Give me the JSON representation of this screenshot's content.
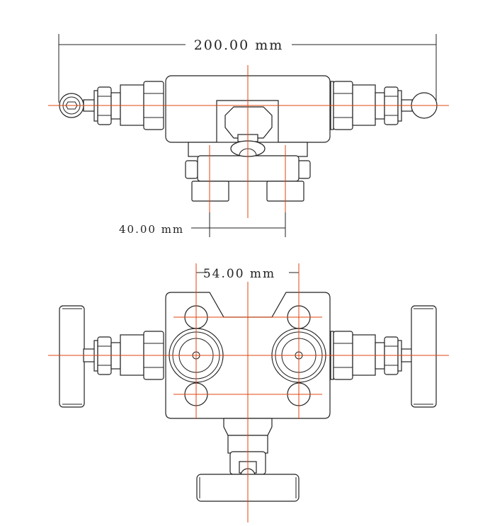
{
  "dimensions": {
    "overall_length": "200.00 mm",
    "outlet_spacing": "40.00 mm",
    "port_spacing": "54.00 mm"
  },
  "colors": {
    "centerline": "#e0440e",
    "outline": "#222222"
  }
}
